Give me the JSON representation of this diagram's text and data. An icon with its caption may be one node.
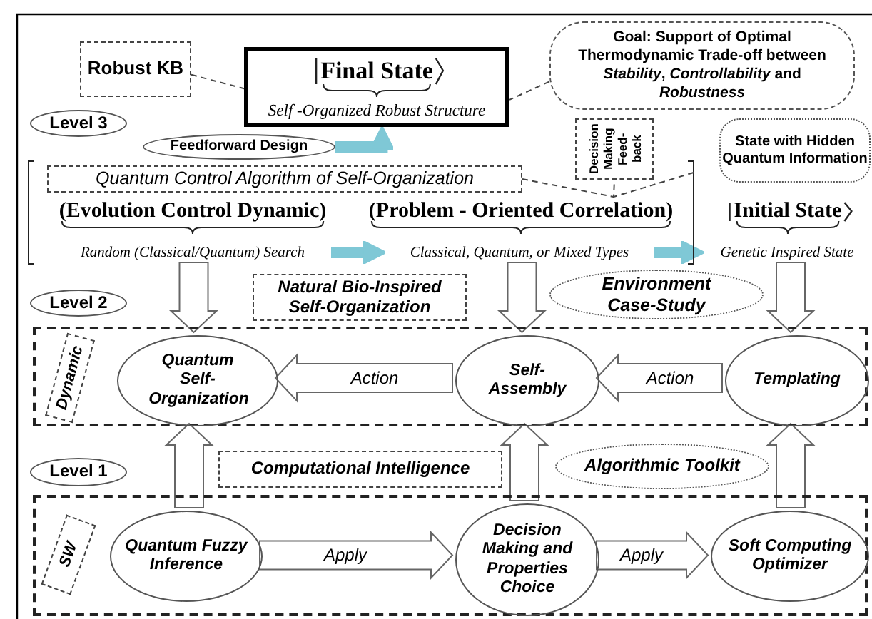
{
  "diagram": {
    "nodes": [
      {
        "text": [
          "Robust KB"
        ]
      },
      {
        "text": [
          "Final State",
          "Self -Organized Robust Structure"
        ]
      },
      {
        "text": [
          "Goal: Support of Optimal Thermodynamic Trade-off between *Stability*, *Controllability* and *Robustness*"
        ]
      },
      {
        "text": [
          "Level 3"
        ]
      },
      {
        "text": [
          "Feedforward Design"
        ]
      },
      {
        "text": [
          "Decision Making Feed-back"
        ]
      },
      {
        "text": [
          "State with Hidden Quantum Information"
        ]
      },
      {
        "text": [
          "Quantum Control Algorithm of Self-Organization"
        ]
      },
      {
        "text": [
          "Random (Classical/Quantum) Search"
        ]
      },
      {
        "text": [
          "Classical, Quantum, or Mixed Types"
        ]
      },
      {
        "text": [
          "Genetic Inspired State"
        ]
      },
      {
        "text": [
          "Level 2"
        ]
      },
      {
        "text": [
          "Natural Bio-Inspired Self-Organization"
        ]
      },
      {
        "text": [
          "Environment Case-Study"
        ]
      },
      {
        "text": [],
        "shape": "box"
      },
      {
        "text": [
          "Dynamic"
        ],
        "in": 14
      },
      {
        "text": [
          "Quantum Self-Organization"
        ],
        "in": 14
      },
      {
        "text": [
          "Self-Assembly"
        ],
        "in": 14
      },
      {
        "text": [
          "Templating"
        ],
        "in": 14
      },
      {
        "text": [
          "Level 1"
        ]
      },
      {
        "text": [
          "Computational Intelligence"
        ]
      },
      {
        "text": [
          "Algorithmic Toolkit"
        ]
      },
      {
        "text": [],
        "shape": "box"
      },
      {
        "text": [
          "SW"
        ],
        "in": 22
      },
      {
        "text": [
          "Quantum Fuzzy Inference"
        ],
        "in": 22
      },
      {
        "text": [
          "Decision Making and Properties Choice"
        ],
        "in": 22
      },
      {
        "text": [
          "Soft Computing Optimizer"
        ],
        "in": 22
      }
    ],
    "edges": [
      {
        "from": 0,
        "to": 1,
        "arrow": "none",
        "style": "dashed"
      },
      {
        "from": 2,
        "to": 1,
        "arrow": "none",
        "style": "dashed"
      },
      {
        "from": 4,
        "to": 1,
        "arrow": "to",
        "style": "thick",
        "color": "#7fc8d6"
      },
      {
        "from": 7,
        "to": 5,
        "arrow": "none",
        "style": "dashed"
      },
      {
        "from": 8,
        "to": 9,
        "arrow": "to",
        "style": "thick",
        "color": "#7fc8d6"
      },
      {
        "from": 9,
        "to": 10,
        "arrow": "to",
        "style": "thick",
        "color": "#7fc8d6"
      },
      {
        "from": 8,
        "to": 16,
        "arrow": "to",
        "style": "thick"
      },
      {
        "from": 9,
        "to": 17,
        "arrow": "to",
        "style": "thick"
      },
      {
        "from": 10,
        "to": 18,
        "arrow": "to",
        "style": "thick"
      },
      {
        "from": 18,
        "to": 17,
        "arrow": "to",
        "style": "thick",
        "label": "Action"
      },
      {
        "from": 17,
        "to": 16,
        "arrow": "to",
        "style": "thick",
        "label": "Action"
      },
      {
        "from": 24,
        "to": 16,
        "arrow": "to",
        "style": "thick"
      },
      {
        "from": 25,
        "to": 17,
        "arrow": "to",
        "style": "thick"
      },
      {
        "from": 26,
        "to": 18,
        "arrow": "to",
        "style": "thick"
      },
      {
        "from": 24,
        "to": 25,
        "arrow": "to",
        "style": "thick",
        "label": "Apply"
      },
      {
        "from": 25,
        "to": 26,
        "arrow": "to",
        "style": "thick",
        "label": "Apply"
      }
    ],
    "labels": [
      "(Evolution Control Dynamic)",
      "(Problem - Oriented Correlation)",
      "Initial State"
    ]
  }
}
